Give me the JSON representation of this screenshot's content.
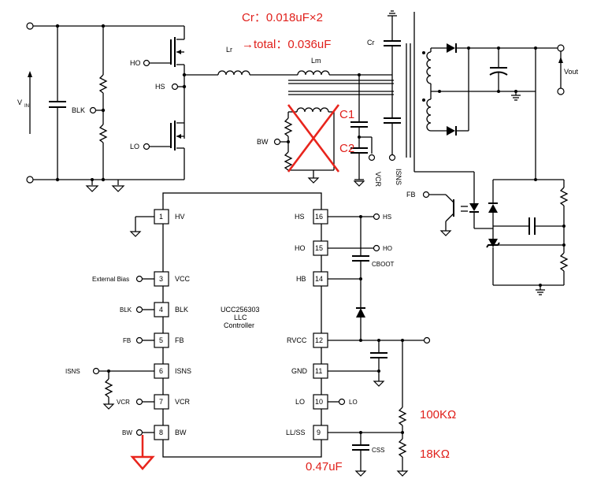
{
  "annotations": {
    "cr_line1": "Cr：0.018uF×2",
    "cr_line2": "→total：0.036uF",
    "c1": "C1",
    "c2": "C2",
    "r_upper": "100KΩ",
    "r_lower": "18KΩ",
    "css_value": "0.47uF"
  },
  "power_stage": {
    "vin": "V",
    "vin_sub": "IN",
    "blk": "BLK",
    "ho": "HO",
    "hs": "HS",
    "lo": "LO",
    "lr": "Lr",
    "lm": "Lm",
    "cr": "Cr",
    "bw": "BW",
    "vcr": "VCR",
    "isns": "ISNS",
    "vout": "Vout",
    "fb": "FB"
  },
  "ic": {
    "name_line1": "UCC256303",
    "name_line2": "LLC",
    "name_line3": "Controller",
    "left_pins": [
      {
        "num": "1",
        "name": "HV",
        "ext": ""
      },
      {
        "num": "3",
        "name": "VCC",
        "ext": "External Bias"
      },
      {
        "num": "4",
        "name": "BLK",
        "ext": "BLK"
      },
      {
        "num": "5",
        "name": "FB",
        "ext": "FB"
      },
      {
        "num": "6",
        "name": "ISNS",
        "ext": "ISNS"
      },
      {
        "num": "7",
        "name": "VCR",
        "ext": "VCR"
      },
      {
        "num": "8",
        "name": "BW",
        "ext": "BW"
      }
    ],
    "right_pins": [
      {
        "num": "16",
        "name": "HS",
        "ext": "HS"
      },
      {
        "num": "15",
        "name": "HO",
        "ext": "HO"
      },
      {
        "num": "14",
        "name": "HB",
        "ext": ""
      },
      {
        "num": "12",
        "name": "RVCC",
        "ext": ""
      },
      {
        "num": "11",
        "name": "GND",
        "ext": ""
      },
      {
        "num": "10",
        "name": "LO",
        "ext": "LO"
      },
      {
        "num": "9",
        "name": "LL/SS",
        "ext": ""
      }
    ],
    "cboot": "CBOOT",
    "css": "CSS"
  }
}
